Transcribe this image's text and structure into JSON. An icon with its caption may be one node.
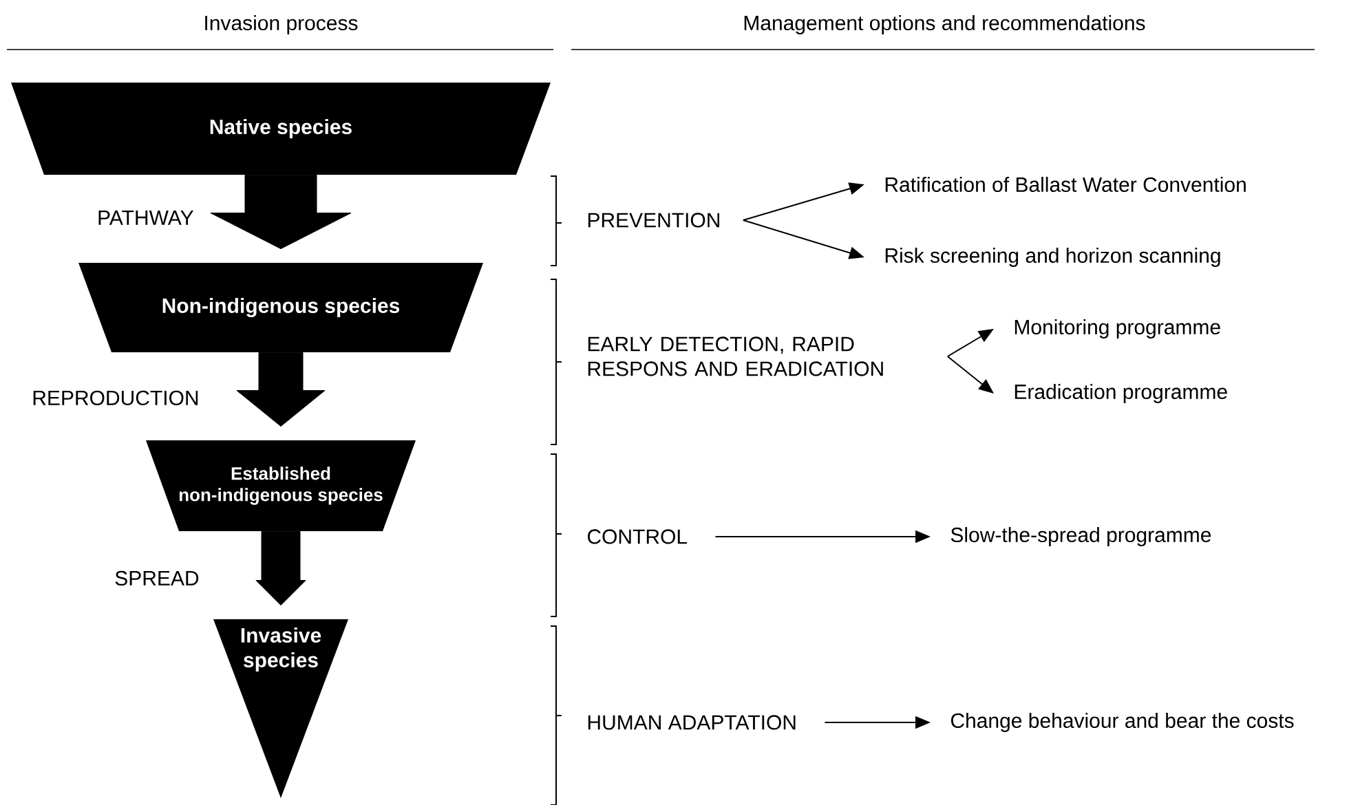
{
  "diagram": {
    "nodes": [
      {
        "text": [
          "Native species"
        ]
      },
      {
        "text": [
          "Non-indigenous species"
        ]
      },
      {
        "text": [
          "Established non-indigenous species"
        ]
      },
      {
        "text": [
          "Invasive species"
        ]
      },
      {
        "text": [
          "PREVENTION"
        ]
      },
      {
        "text": [
          "Ratification of Ballast Water Convention"
        ]
      },
      {
        "text": [
          "Risk screening and horizon scanning"
        ]
      },
      {
        "text": [
          "EARLY DETECTION, RAPID RESPONS AND ERADICATION"
        ]
      },
      {
        "text": [
          "Monitoring programme"
        ]
      },
      {
        "text": [
          "Eradication programme"
        ]
      },
      {
        "text": [
          "CONTROL"
        ]
      },
      {
        "text": [
          "Slow-the-spread programme"
        ]
      },
      {
        "text": [
          "HUMAN ADAPTATION"
        ]
      },
      {
        "text": [
          "Change behaviour and bear the costs"
        ]
      }
    ],
    "edges": [
      {
        "from": 0,
        "to": 1,
        "arrow": "to",
        "label": "PATHWAY",
        "style": "thick"
      },
      {
        "from": 1,
        "to": 2,
        "arrow": "to",
        "label": "REPRODUCTION",
        "style": "thick"
      },
      {
        "from": 2,
        "to": 3,
        "arrow": "to",
        "label": "SPREAD",
        "style": "thick"
      },
      {
        "from": 4,
        "to": 5,
        "arrow": "to"
      },
      {
        "from": 4,
        "to": 6,
        "arrow": "to"
      },
      {
        "from": 7,
        "to": 8,
        "arrow": "to"
      },
      {
        "from": 7,
        "to": 9,
        "arrow": "to"
      },
      {
        "from": 10,
        "to": 11,
        "arrow": "to"
      },
      {
        "from": 12,
        "to": 13,
        "arrow": "to"
      }
    ],
    "labels": [
      "Invasion process",
      "Management options and recommendations"
    ]
  }
}
